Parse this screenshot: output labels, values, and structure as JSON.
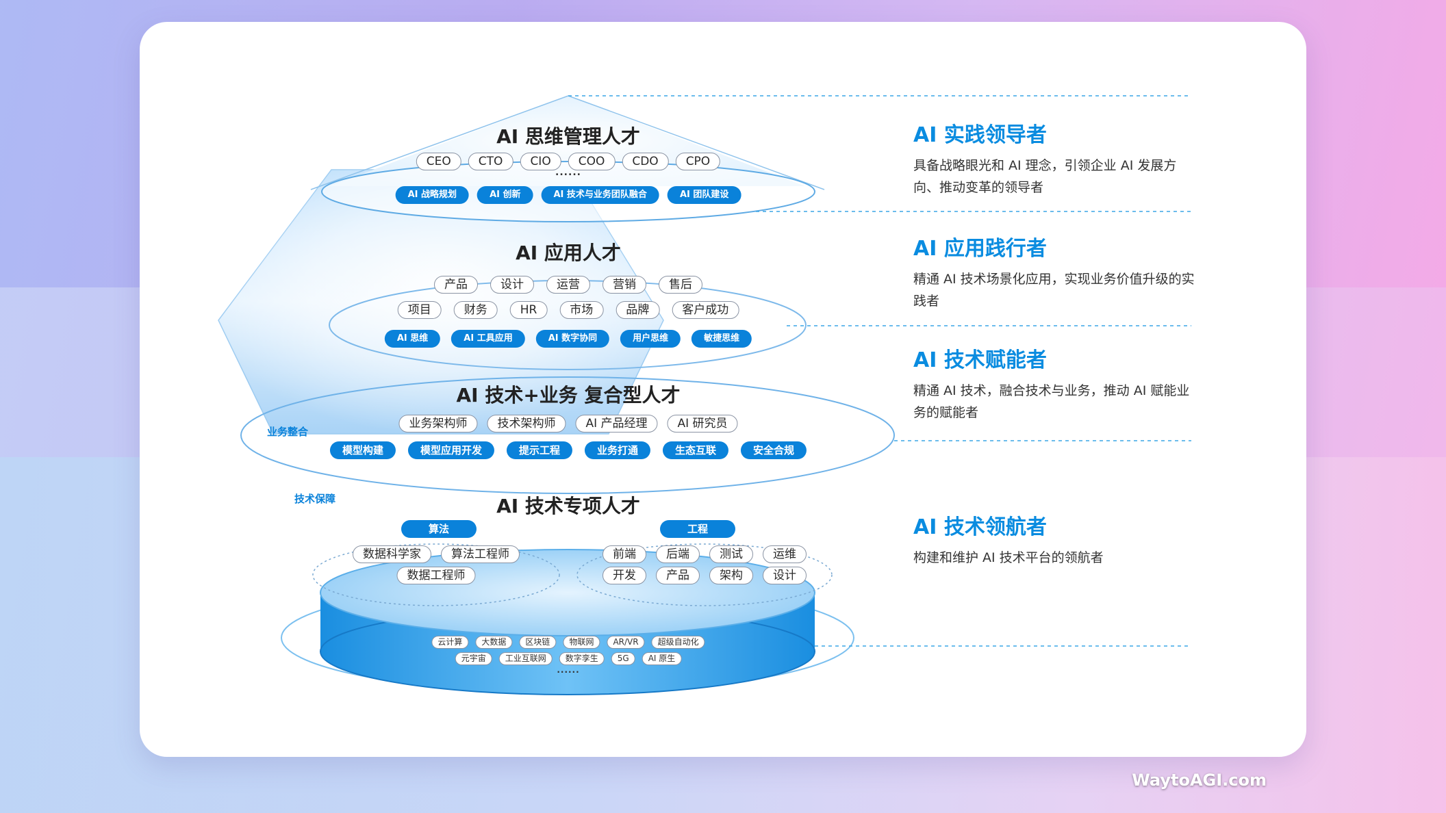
{
  "layers": {
    "top": {
      "title": "AI 思维管理人才",
      "roles": [
        "CEO",
        "CTO",
        "CIO",
        "COO",
        "CDO",
        "CPO"
      ],
      "more": "......",
      "skills": [
        "AI 战略规划",
        "AI 创新",
        "AI 技术与业务团队融合",
        "AI 团队建设"
      ]
    },
    "application": {
      "title": "AI 应用人才",
      "roles_row1": [
        "产品",
        "设计",
        "运营",
        "营销",
        "售后"
      ],
      "roles_row2": [
        "项目",
        "财务",
        "HR",
        "市场",
        "品牌",
        "客户成功"
      ],
      "skills": [
        "AI 思维",
        "AI 工具应用",
        "AI 数字协同",
        "用户思维",
        "敏捷思维"
      ]
    },
    "hybrid": {
      "title": "AI 技术+业务 复合型人才",
      "roles": [
        "业务架构师",
        "技术架构师",
        "AI 产品经理",
        "AI 研究员"
      ],
      "skills": [
        "模型构建",
        "模型应用开发",
        "提示工程",
        "业务打通",
        "生态互联",
        "安全合规"
      ]
    },
    "specialist": {
      "title": "AI 技术专项人才",
      "algorithm": {
        "label": "算法",
        "roles": [
          "数据科学家",
          "算法工程师",
          "数据工程师"
        ]
      },
      "engineering": {
        "label": "工程",
        "roles_row1": [
          "前端",
          "后端",
          "测试",
          "运维"
        ],
        "roles_row2": [
          "开发",
          "产品",
          "架构",
          "设计"
        ]
      }
    },
    "base": {
      "tech_row1": [
        "云计算",
        "大数据",
        "区块链",
        "物联网",
        "AR/VR",
        "超级自动化"
      ],
      "tech_row2": [
        "元宇宙",
        "工业互联网",
        "数字孪生",
        "5G",
        "AI 原生"
      ],
      "more": "......"
    }
  },
  "side_labels": {
    "business": "业务整合",
    "tech": "技术保障"
  },
  "descriptions": [
    {
      "title": "AI 实践领导者",
      "text": "具备战略眼光和 AI 理念，引领企业 AI 发展方向、推动变革的领导者"
    },
    {
      "title": "AI 应用践行者",
      "text": "精通 AI 技术场景化应用，实现业务价值升级的实践者"
    },
    {
      "title": "AI 技术赋能者",
      "text": "精通 AI 技术，融合技术与业务，推动 AI 赋能业务的赋能者"
    },
    {
      "title": "AI 技术领航者",
      "text": "构建和维护 AI 技术平台的领航者"
    }
  ],
  "watermark": "WaytoAGI.com",
  "colors": {
    "accent": "#0a82da",
    "title_blue": "#0a8ce0",
    "dash": "#3aa6e6"
  }
}
